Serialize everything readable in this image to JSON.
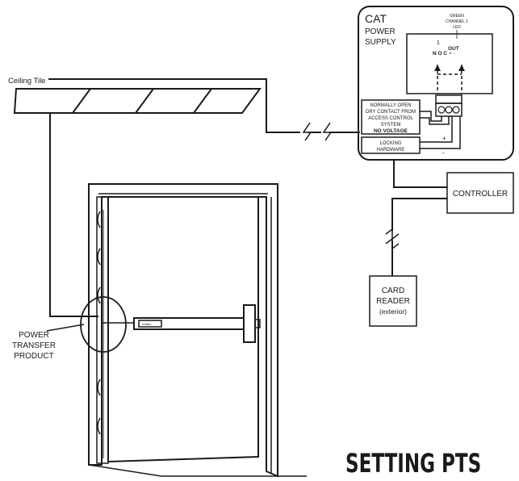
{
  "labels": {
    "ceiling_tile": "Ceiling Tile",
    "power_transfer": [
      "POWER",
      "TRANSFER",
      "PRODUCT"
    ],
    "cat_power_supply": [
      "CAT",
      "POWER",
      "SUPPLY"
    ],
    "green_channel_led": [
      "GREEN",
      "CHANNEL 1",
      "LED"
    ],
    "dry_contact": [
      "NORMALLY OPEN",
      "DRY CONTACT FROM",
      "ACCESS CONTROL",
      "SYSTEM"
    ],
    "no_voltage": "NO VOLTAGE",
    "locking_hardware": [
      "LOCKING",
      "HARDWARE"
    ],
    "controller": "CONTROLLER",
    "card_reader": [
      "CARD",
      "READER",
      "(exterior)"
    ],
    "title": "SETTING PTS",
    "terminal_top": [
      "1",
      "OUT"
    ],
    "terminal_bottom": [
      "N O C",
      "+ -"
    ],
    "polarity_plus": "+",
    "polarity_minus": "-",
    "bar_badge": "Vortex"
  }
}
